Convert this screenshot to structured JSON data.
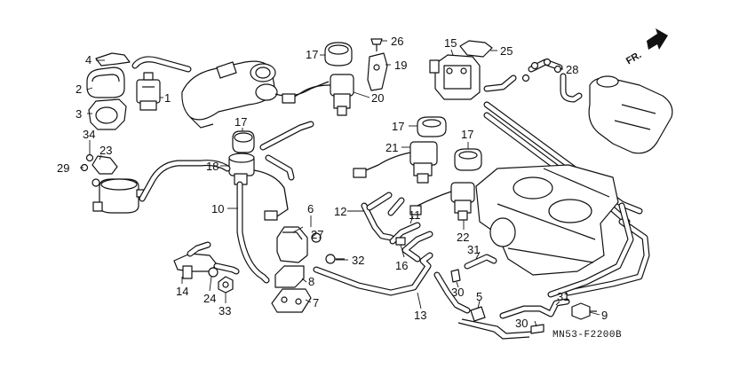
{
  "diagram": {
    "diagram_code": "MN53-F2200B",
    "orientation_arrow": "FR.",
    "callouts": [
      "1",
      "2",
      "3",
      "4",
      "5",
      "6",
      "7",
      "8",
      "9",
      "10",
      "11",
      "12",
      "13",
      "14",
      "15",
      "16",
      "17",
      "17",
      "17",
      "17",
      "18",
      "19",
      "20",
      "21",
      "22",
      "23",
      "24",
      "25",
      "26",
      "27",
      "28",
      "29",
      "30",
      "30",
      "31",
      "31",
      "32",
      "33",
      "34"
    ]
  }
}
